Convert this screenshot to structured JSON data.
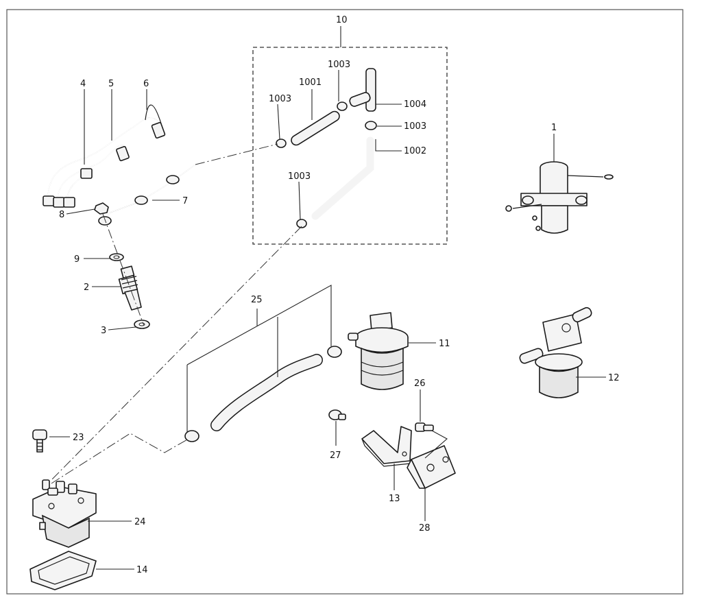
{
  "callouts": {
    "c1": "1",
    "c2": "2",
    "c3": "3",
    "c4": "4",
    "c5": "5",
    "c6": "6",
    "c7": "7",
    "c8": "8",
    "c9": "9",
    "c10": "10",
    "c11": "11",
    "c12": "12",
    "c13": "13",
    "c14": "14",
    "c23": "23",
    "c24": "24",
    "c25": "25",
    "c26": "26",
    "c27": "27",
    "c28": "28",
    "c1001": "1001",
    "c1002": "1002",
    "c1004": "1004",
    "c1003a": "1003",
    "c1003b": "1003",
    "c1003c": "1003",
    "c1003d": "1003"
  },
  "icons": {
    "injection_pipes": "injection-pipe-icon",
    "injector_nozzle": "injector-nozzle-icon",
    "electric_pump": "fuel-pump-icon",
    "fuel_filter": "fuel-filter-icon",
    "injection_pump": "injection-pump-icon",
    "hose": "hose-icon",
    "clamp": "hose-clamp-icon",
    "bracket": "bracket-icon",
    "bolt": "bolt-icon"
  }
}
